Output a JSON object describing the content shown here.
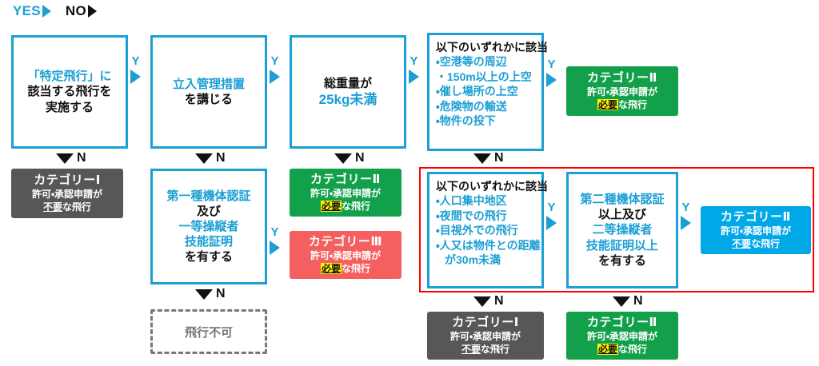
{
  "legend": {
    "yes": {
      "label": "YES",
      "icon": "triangle-right-icon",
      "color": "#1B9FD4"
    },
    "no": {
      "label": "NO",
      "icon": "triangle-right-icon",
      "color": "#111111"
    }
  },
  "connector_labels": {
    "yes": "Y",
    "no": "N"
  },
  "colors": {
    "accent_blue": "#1B9FD4",
    "category1_gray": "#575757",
    "category2_green": "#12A04A",
    "category3_red": "#F4605F",
    "category2_cyan": "#00A8E8",
    "highlight_yellow": "#FFF200",
    "red_frame": "#FF0000",
    "disabled_gray": "#777777"
  },
  "nodes": {
    "q1_specific_flight": {
      "lines": [
        {
          "text": "「特定飛行」に",
          "accent": true
        },
        {
          "text": "該当する飛行を",
          "accent": false
        },
        {
          "text": "実施する",
          "accent": false
        }
      ]
    },
    "q2_entry_control": {
      "lines": [
        {
          "text": "立入管理措置",
          "accent": true
        },
        {
          "text": "を講じる",
          "accent": false
        }
      ]
    },
    "q3_total_weight": {
      "lines": [
        {
          "text": "総重量が",
          "accent": false
        },
        {
          "text": "25kg未満",
          "accent": true
        }
      ]
    },
    "q4_any_of_following": {
      "heading": "以下のいずれかに該当",
      "items": [
        "・空港等の周辺",
        "・150m以上の上空",
        "・催し場所の上空",
        "・危険物の輸送",
        "・物件の投下"
      ]
    },
    "q5_any_of_following": {
      "heading": "以下のいずれかに該当",
      "items": [
        "・人口集中地区",
        "・夜間での飛行",
        "・目視外での飛行",
        "・人又は物件との距離",
        "が30m未満"
      ],
      "indent_last": true
    },
    "q6_type1_cert": {
      "lines": [
        {
          "text": "第一種機体認証",
          "accent": true
        },
        {
          "text": "及び",
          "accent": false
        },
        {
          "text": "一等操縦者",
          "accent": true
        },
        {
          "text": "技能証明",
          "accent": true
        },
        {
          "text": "を有する",
          "accent": false
        }
      ]
    },
    "q7_type2_cert": {
      "lines": [
        {
          "text": "第二種機体認証",
          "accent": true
        },
        {
          "text": "以上及び",
          "accent": false
        },
        {
          "text": "二等操縦者",
          "accent": true
        },
        {
          "text": "技能証明以上",
          "accent": true
        },
        {
          "text": "を有する",
          "accent": false
        }
      ]
    },
    "result_cat1_left": {
      "title": "カテゴリーⅠ",
      "sub_prefix": "許可・承認申請が",
      "sub_key": "不要",
      "sub_suffix": "な飛行",
      "style": "gray",
      "highlight": "underline"
    },
    "result_cat2_top": {
      "title": "カテゴリーⅡ",
      "sub_prefix": "許可・承認申請が",
      "sub_key": "必要",
      "sub_suffix": "な飛行",
      "style": "green",
      "highlight": "yellow"
    },
    "result_cat2_mid": {
      "title": "カテゴリーⅡ",
      "sub_prefix": "許可・承認申請が",
      "sub_key": "必要",
      "sub_suffix": "な飛行",
      "style": "green",
      "highlight": "yellow"
    },
    "result_cat3_mid": {
      "title": "カテゴリーⅢ",
      "sub_prefix": "許可・承認申請が",
      "sub_key": "必要",
      "sub_suffix": "な飛行",
      "style": "red",
      "highlight": "yellow"
    },
    "result_cat2_right": {
      "title": "カテゴリーⅡ",
      "sub_prefix": "許可・承認申請が",
      "sub_key": "不要",
      "sub_suffix": "な飛行",
      "style": "cyan",
      "highlight": "underline"
    },
    "result_cat1_bottom": {
      "title": "カテゴリーⅠ",
      "sub_prefix": "許可・承認申請が",
      "sub_key": "不要",
      "sub_suffix": "な飛行",
      "style": "gray",
      "highlight": "underline"
    },
    "result_cat2_bottom": {
      "title": "カテゴリーⅡ",
      "sub_prefix": "許可・承認申請が",
      "sub_key": "必要",
      "sub_suffix": "な飛行",
      "style": "green",
      "highlight": "yellow"
    },
    "result_no_flight": {
      "label": "飛行不可"
    }
  }
}
